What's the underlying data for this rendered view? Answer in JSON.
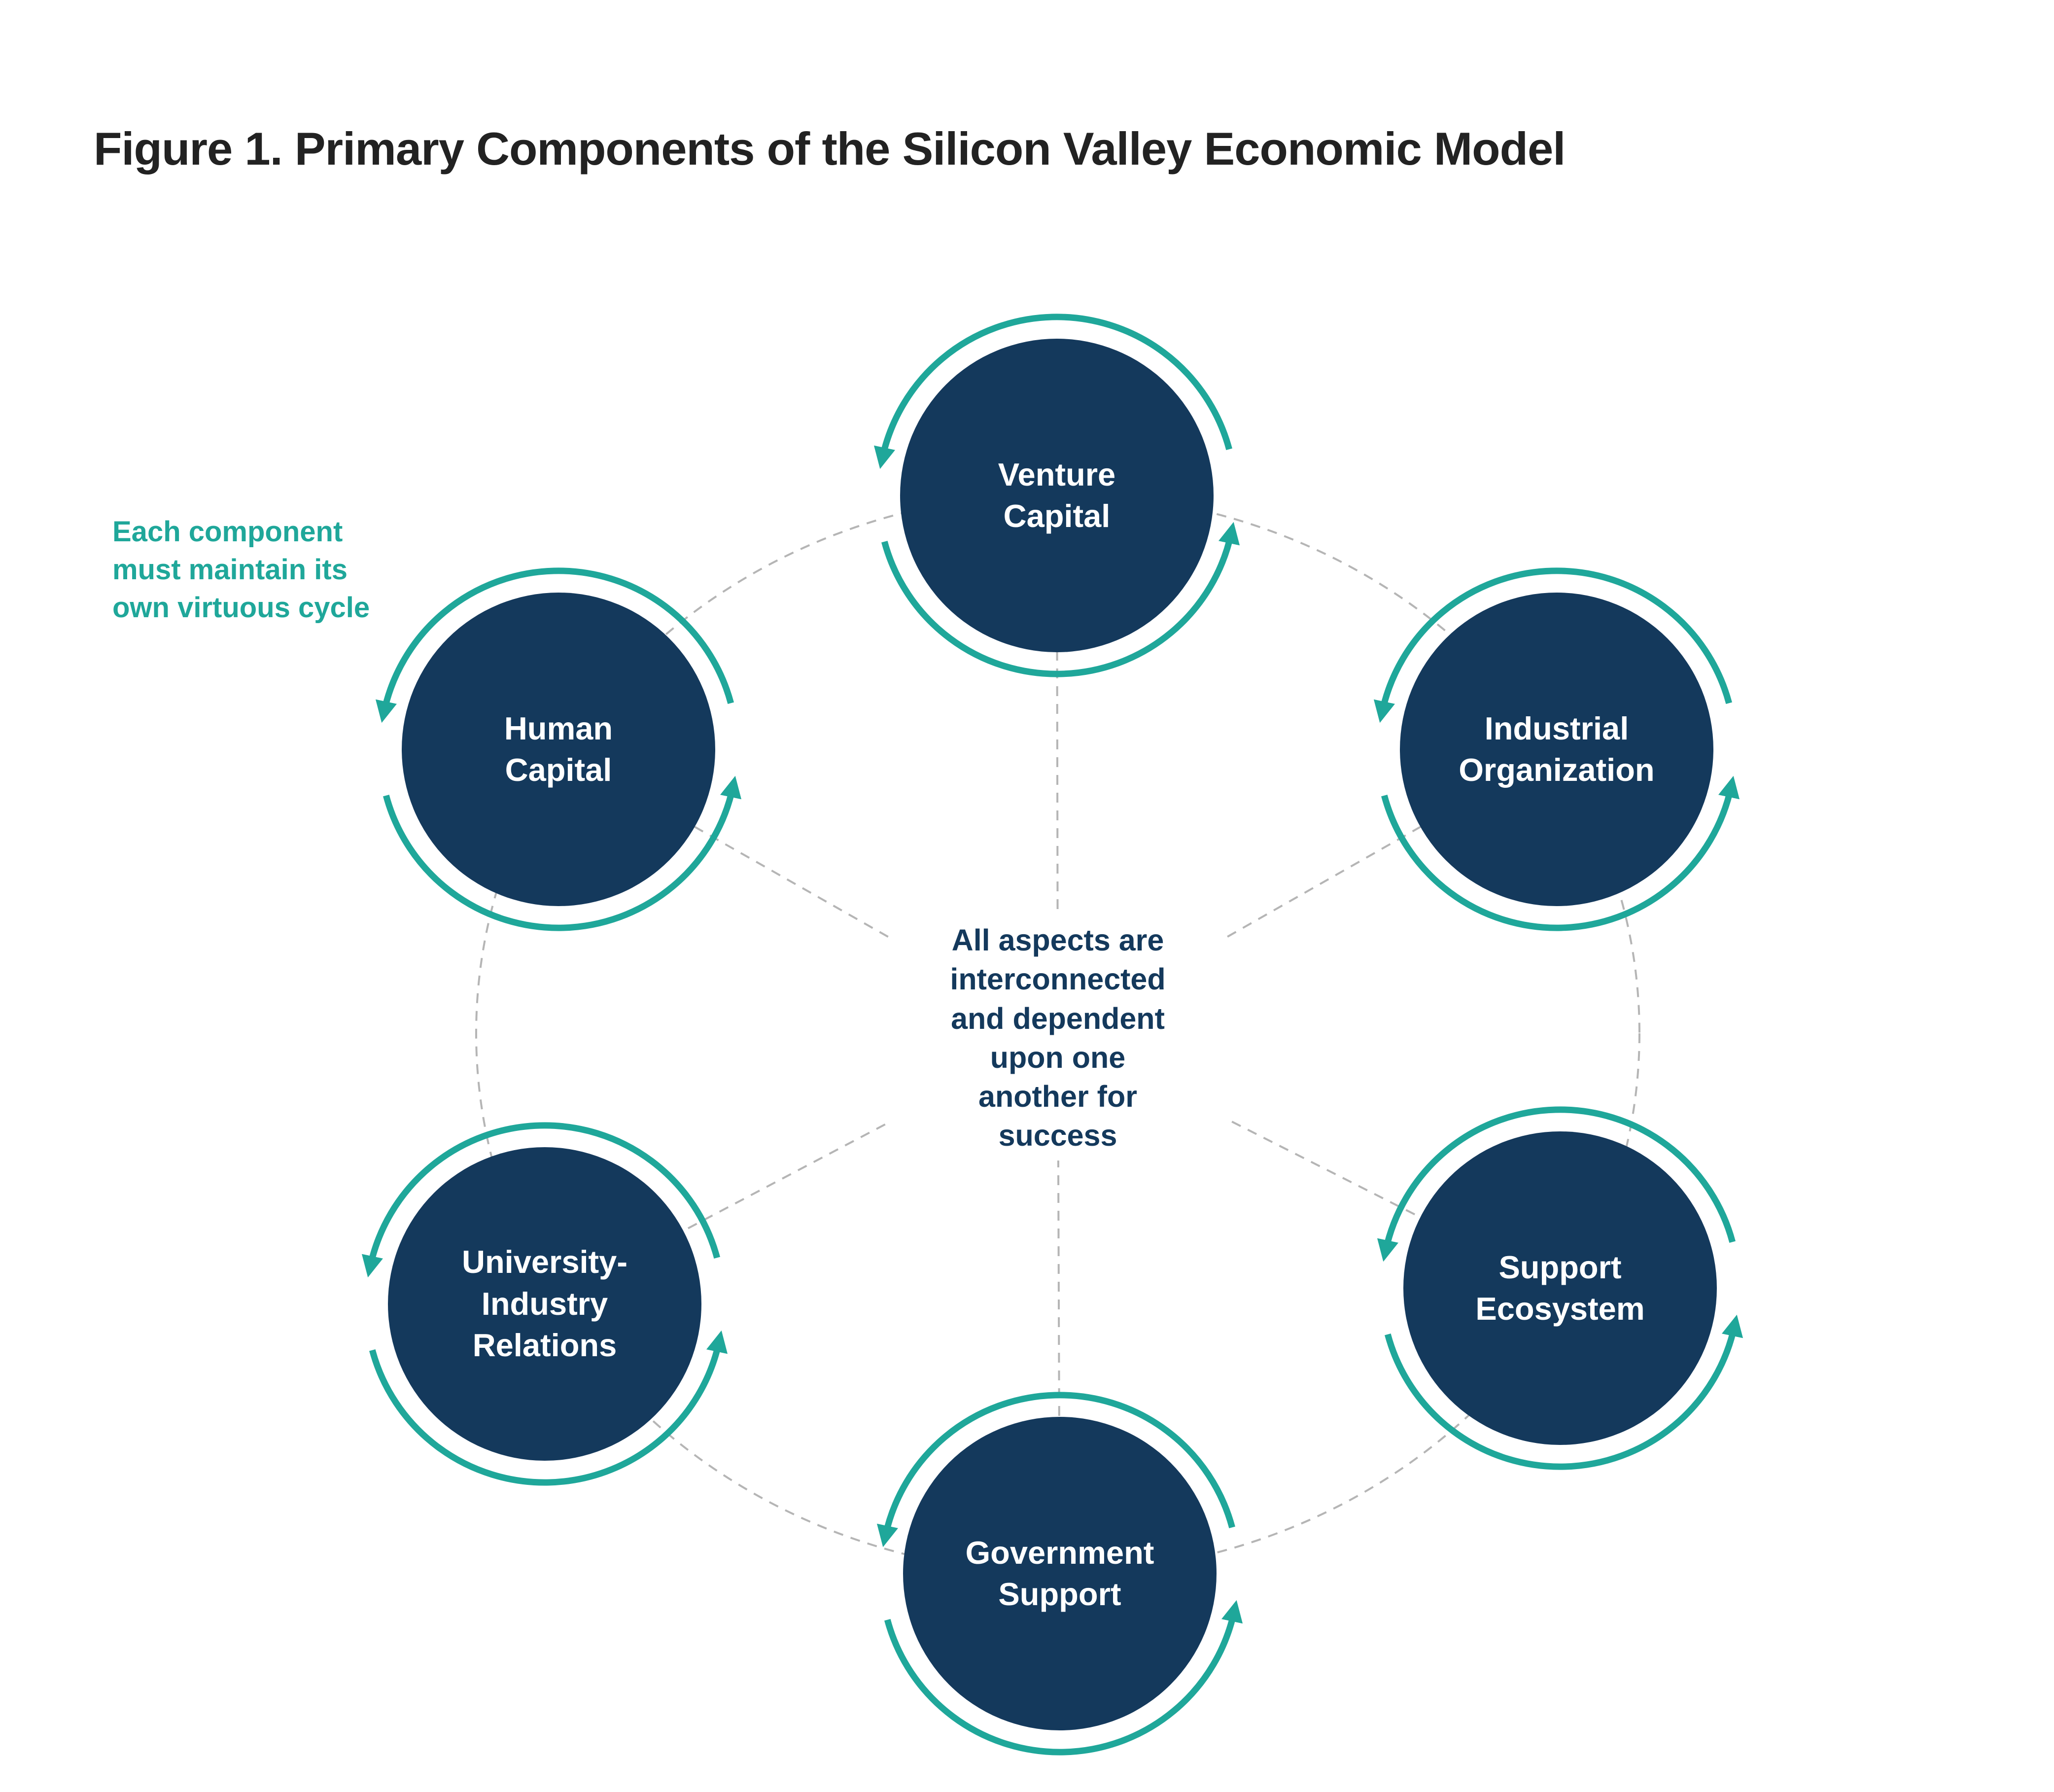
{
  "title": "Figure 1. Primary Components of the Silicon Valley Economic Model",
  "annotation": "Each component\nmust maintain its\nown virtuous cycle",
  "center_note": "All aspects are\ninterconnected\nand dependent\nupon one\nanother for\nsuccess",
  "nodes": [
    {
      "id": "venture-capital",
      "label": "Venture\nCapital"
    },
    {
      "id": "industrial-organization",
      "label": "Industrial\nOrganization"
    },
    {
      "id": "support-ecosystem",
      "label": "Support\nEcosystem"
    },
    {
      "id": "government-support",
      "label": "Government\nSupport"
    },
    {
      "id": "university-industry-relations",
      "label": "University-\nIndustry\nRelations"
    },
    {
      "id": "human-capital",
      "label": "Human\nCapital"
    }
  ],
  "colors": {
    "node_fill": "#14395c",
    "cycle_teal": "#1fa79a",
    "connector_gray": "#b5b5b5",
    "title_text": "#222222",
    "center_text": "#14395c"
  }
}
